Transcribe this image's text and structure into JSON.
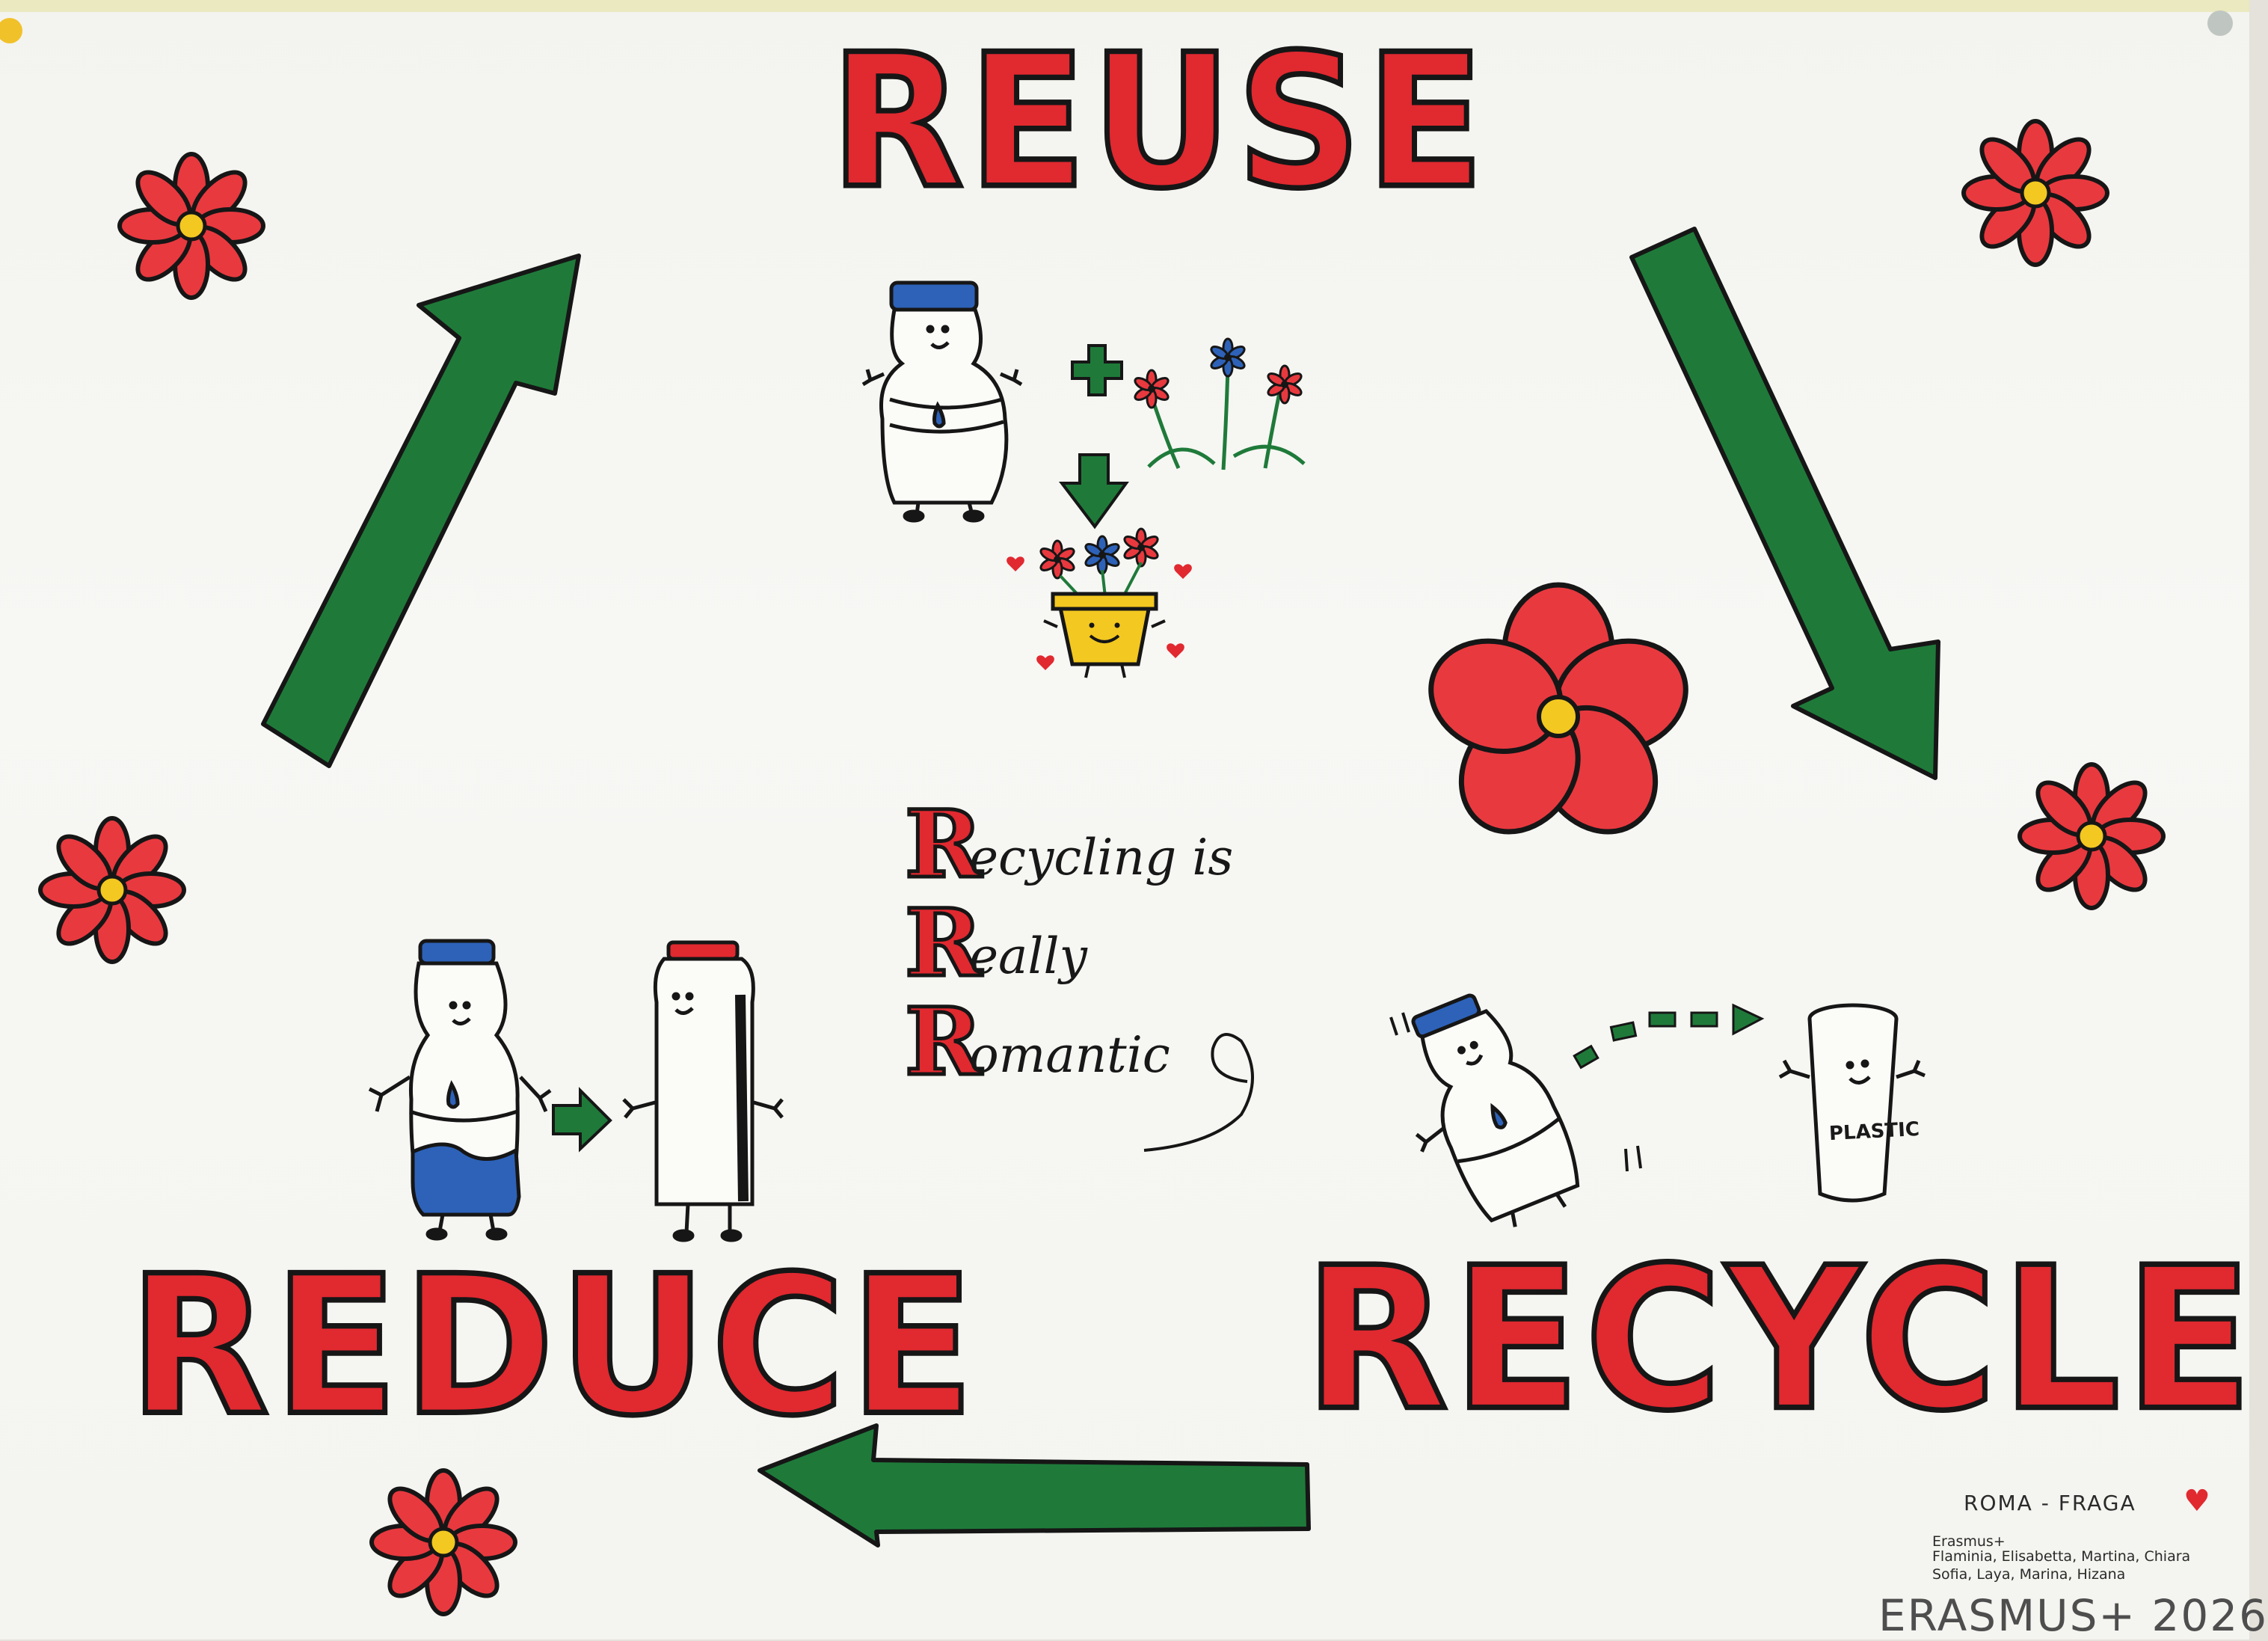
{
  "poster": {
    "paper_color": "#f5f5f2",
    "ink_color": "#161616",
    "accent_red": "#e12930",
    "accent_green": "#1f7a3a",
    "accent_blue": "#2d62b8",
    "accent_yellow": "#f3c820",
    "titles": {
      "reuse": "REUSE",
      "reduce": "REDUCE",
      "recycle": "RECYCLE"
    },
    "acrostic": [
      {
        "cap": "R",
        "rest": "ecycling is"
      },
      {
        "cap": "R",
        "rest": "eally"
      },
      {
        "cap": "R",
        "rest": "omantic"
      }
    ],
    "plastic_bin_label": "PLASTIC",
    "credits": {
      "city": "ROMA - FRAGA",
      "heart": "♥",
      "label": "Erasmus+",
      "names_line1": "Flaminia, Elisabetta, Martina, Chiara",
      "names_line2": "Sofia, Laya, Marina, Hizana",
      "event": "ERASMUS+ 2026"
    },
    "icons": [
      "flower-icon",
      "arrow-icon",
      "bottle-character-icon",
      "flower-pot-icon",
      "recycling-bin-icon",
      "plus-icon",
      "heart-icon"
    ]
  }
}
